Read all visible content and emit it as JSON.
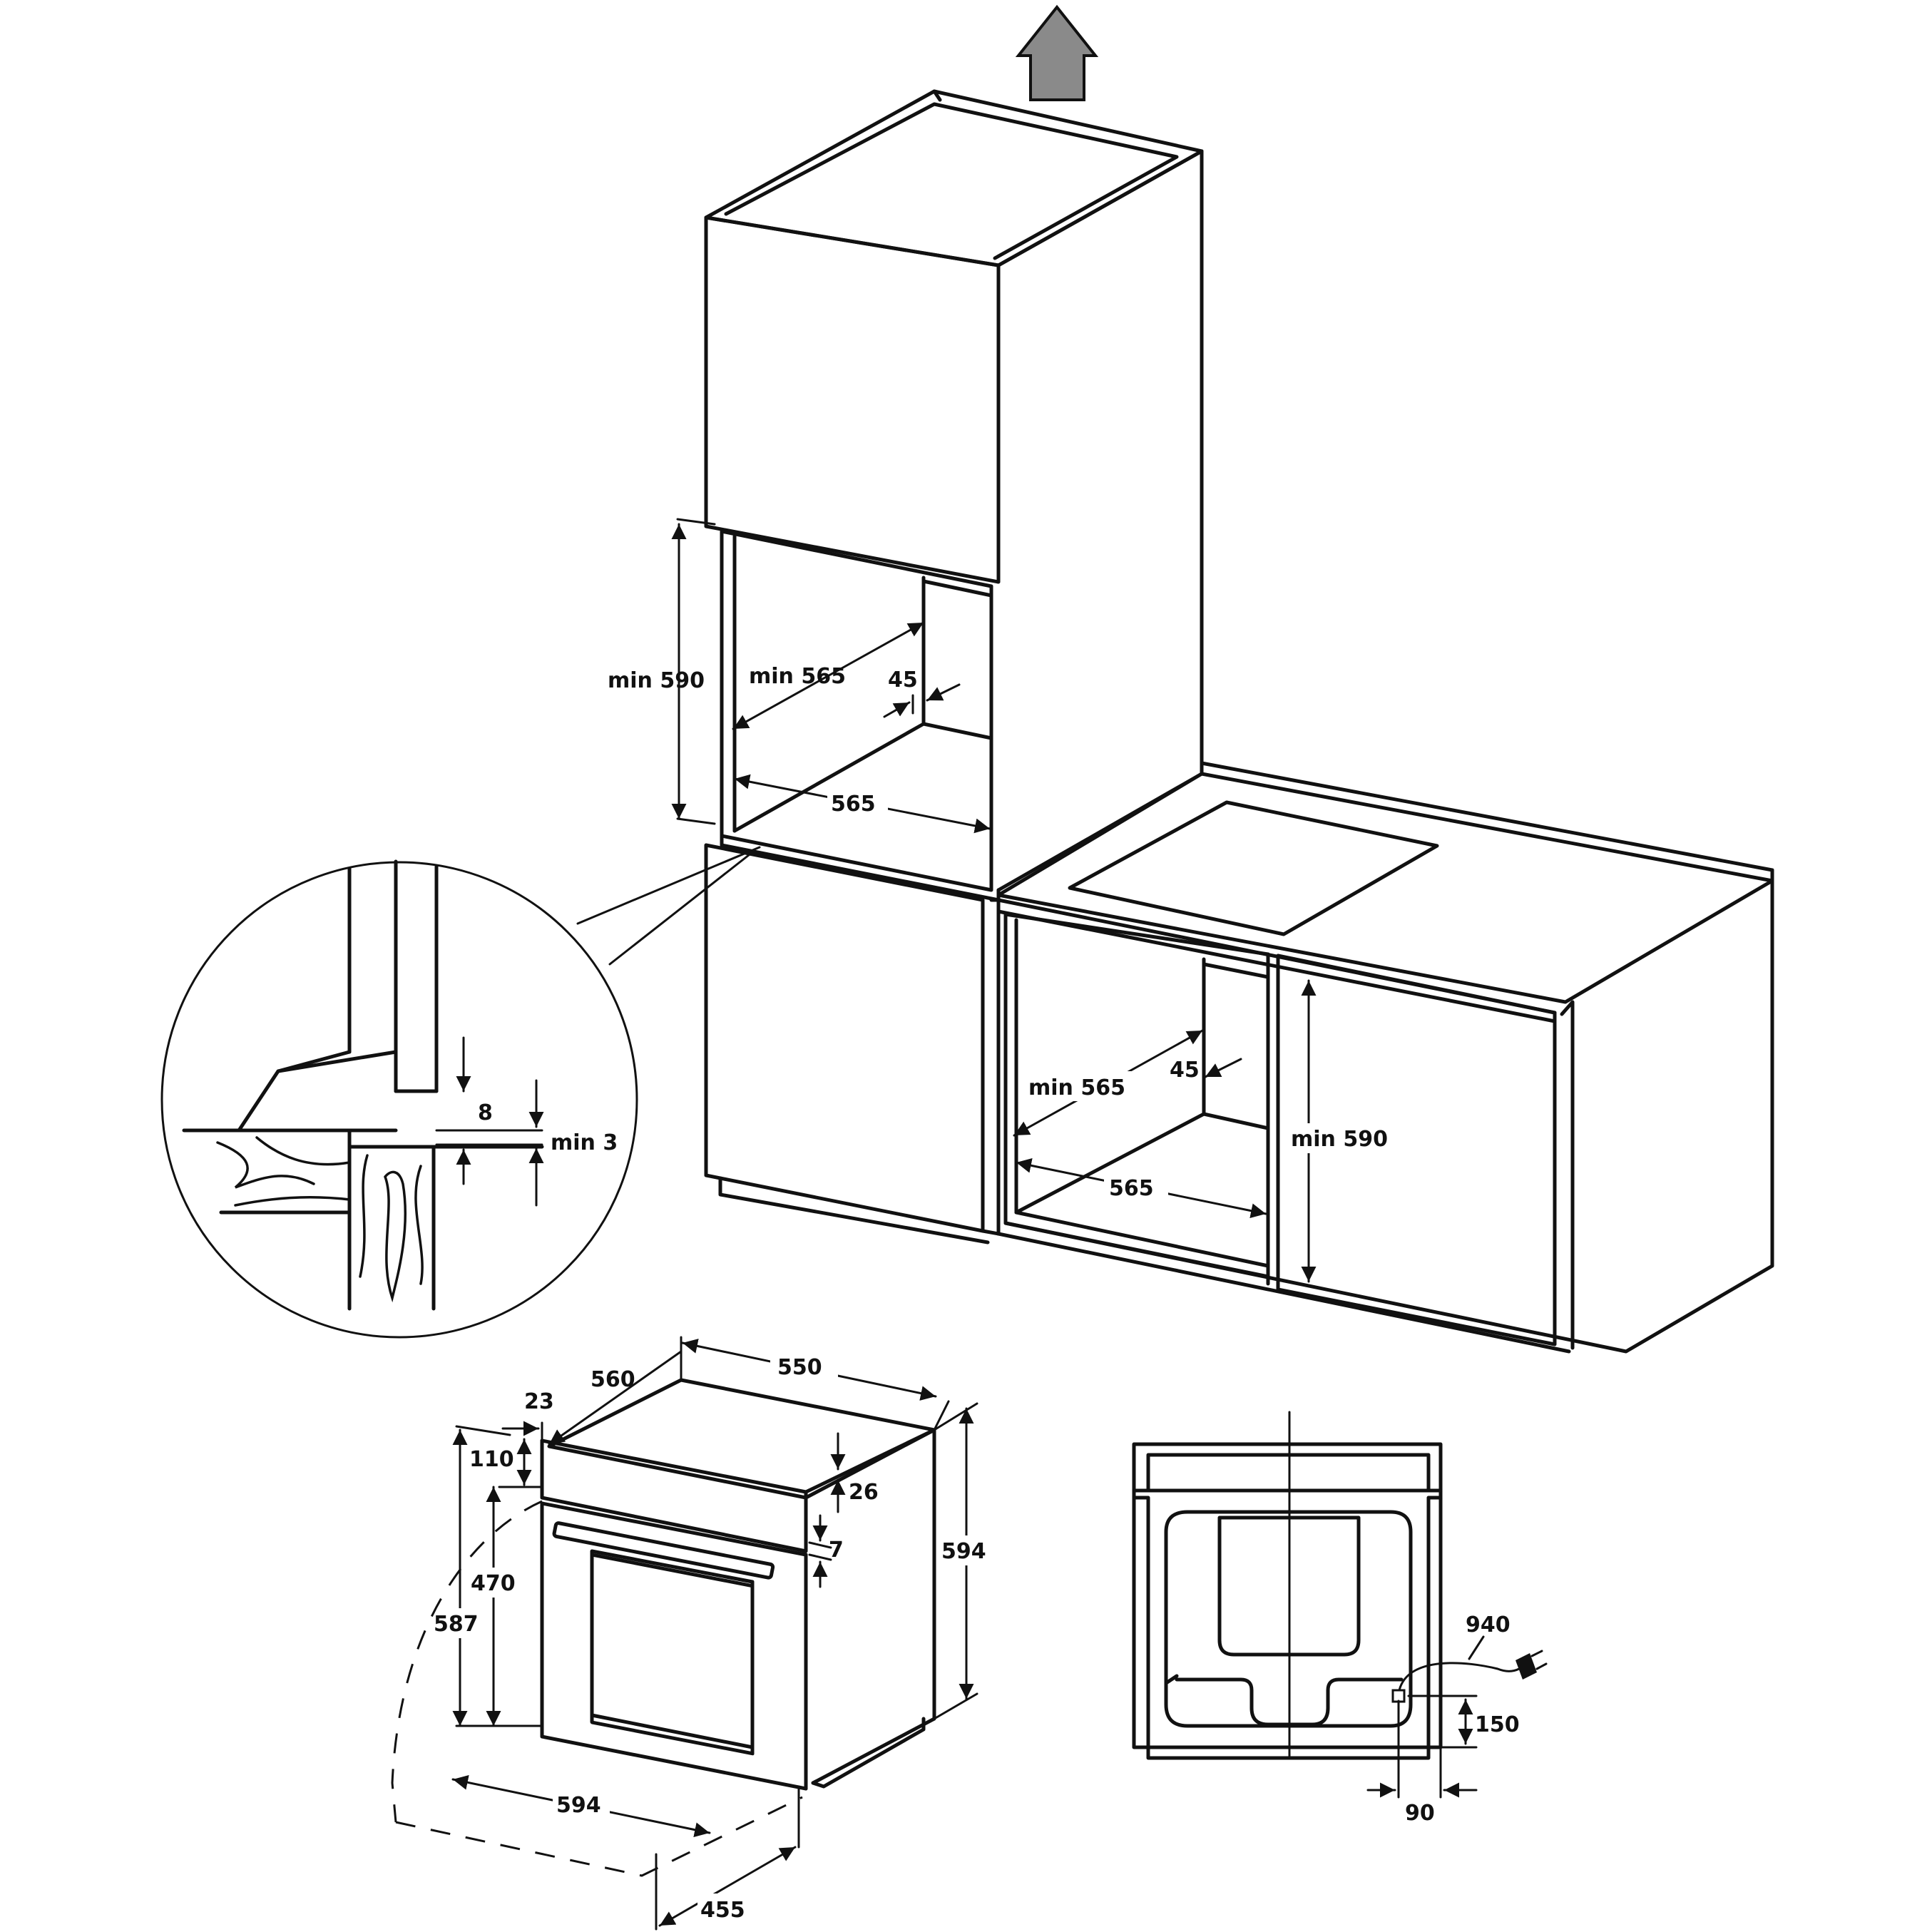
{
  "labels": {
    "upper_niche_height": "min 590",
    "upper_niche_depth": "min 565",
    "upper_niche_gap": "45",
    "upper_niche_width": "565",
    "lower_niche_depth": "min 565",
    "lower_niche_gap": "45",
    "lower_niche_width": "565",
    "lower_niche_height": "min 590",
    "detail_top": "8",
    "detail_min": "min 3",
    "oven_front_depth": "23",
    "oven_depth": "560",
    "oven_width_top": "550",
    "oven_panel_height": "110",
    "oven_panel_offset": "26",
    "oven_gap": "7",
    "oven_height": "594",
    "oven_door_height": "470",
    "oven_body_height": "587",
    "oven_width_bottom": "594",
    "oven_door_swing": "455",
    "cable_length": "940",
    "cable_height": "150",
    "cable_offset": "90"
  },
  "colors": {
    "line": "#111111",
    "arrow_fill": "#8a8a8a"
  },
  "icons": {
    "ventilation": "up-arrow-icon",
    "plug": "power-plug-icon"
  }
}
